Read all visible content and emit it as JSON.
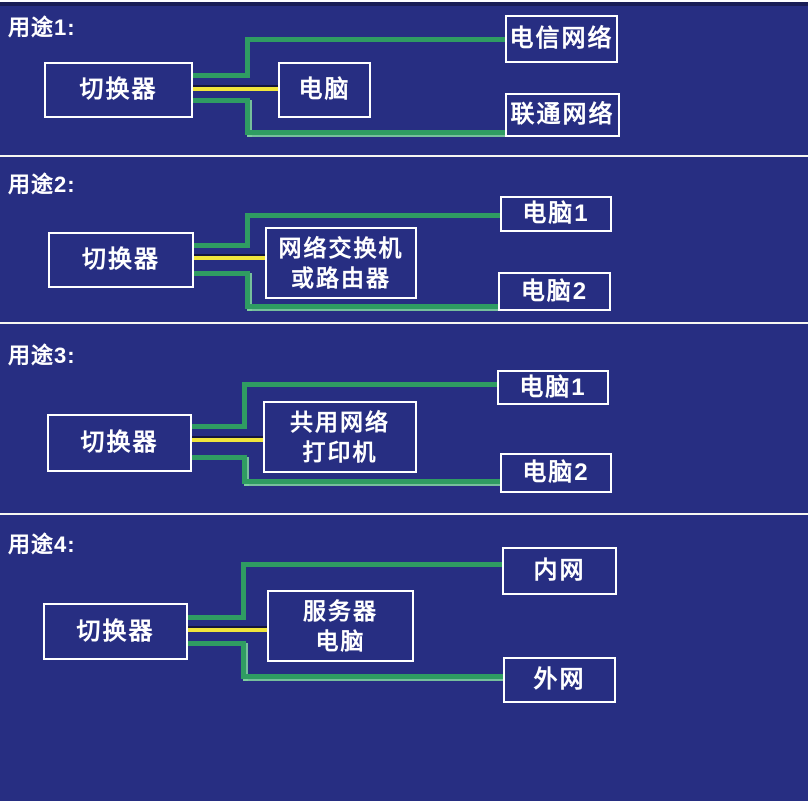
{
  "colors": {
    "background": "#272e82",
    "top_border": "#191d56",
    "divider": "#f6f6f2",
    "box_border": "#ffffff",
    "text": "#ffffff",
    "line_green": "#2f9c62",
    "line_green_highlight": "#7fcf9e",
    "line_yellow": "#f0e53c",
    "line_yellow_shadow": "#15163d"
  },
  "sections": [
    {
      "label": "用途1:",
      "switcher": "切换器",
      "middle": {
        "line1": "电脑",
        "line2": ""
      },
      "target_top": "电信网络",
      "target_bottom": "联通网络"
    },
    {
      "label": "用途2:",
      "switcher": "切换器",
      "middle": {
        "line1": "网络交换机",
        "line2": "或路由器"
      },
      "target_top": "电脑1",
      "target_bottom": "电脑2"
    },
    {
      "label": "用途3:",
      "switcher": "切换器",
      "middle": {
        "line1": "共用网络",
        "line2": "打印机"
      },
      "target_top": "电脑1",
      "target_bottom": "电脑2"
    },
    {
      "label": "用途4:",
      "switcher": "切换器",
      "middle": {
        "line1": "服务器",
        "line2": "电脑"
      },
      "target_top": "内网",
      "target_bottom": "外网"
    }
  ]
}
